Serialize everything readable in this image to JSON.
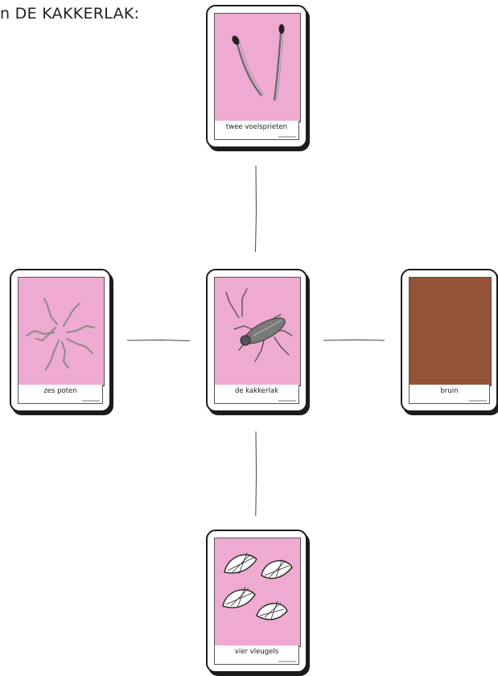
{
  "heading": "n DE KAKKERLAK:",
  "colors": {
    "card_pink": "#eeaad0",
    "brown_swatch": "#945236",
    "card_border": "#1c1c1c"
  },
  "cards": {
    "center": {
      "label": "de kakkerlak",
      "icon": "cockroach-icon"
    },
    "top": {
      "label": "twee voelsprieten",
      "icon": "antennae-icon"
    },
    "left": {
      "label": "zes poten",
      "icon": "legs-icon"
    },
    "right": {
      "label": "bruin",
      "icon": "brown-swatch"
    },
    "bottom": {
      "label": "vier vleugels",
      "icon": "wings-icon"
    }
  }
}
